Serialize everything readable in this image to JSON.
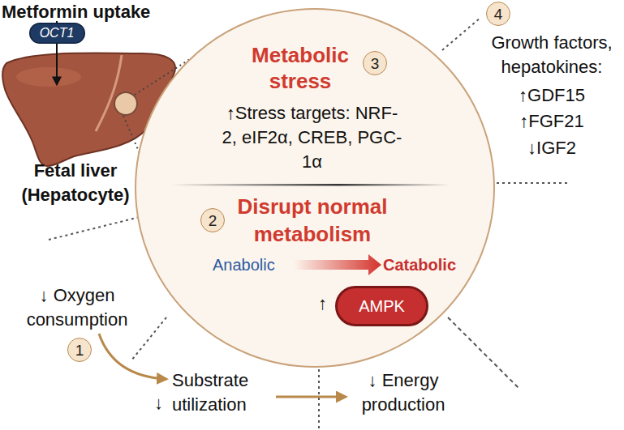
{
  "diagram": {
    "nodes": [
      {
        "text": [
          "OCT1"
        ]
      },
      {
        "text": [
          "Metabolic stress",
          "↑Stress targets: NRF-2, eIF2α, CREB, PGC-1α",
          "Disrupt normal metabolism",
          "Anabolic",
          "Catabolic",
          "↑"
        ]
      },
      {
        "text": [
          "AMPK"
        ],
        "in": 1
      }
    ],
    "labels": [
      "Metformin uptake",
      "Fetal liver (Hepatocyte)",
      "↓ Oxygen consumption",
      "1",
      "↓",
      "Substrate utilization",
      "↓ Energy production",
      "2",
      "3",
      "4",
      "Growth factors, hepatokines:",
      "↑GDF15",
      "↑FGF21",
      "↓IGF2"
    ]
  }
}
